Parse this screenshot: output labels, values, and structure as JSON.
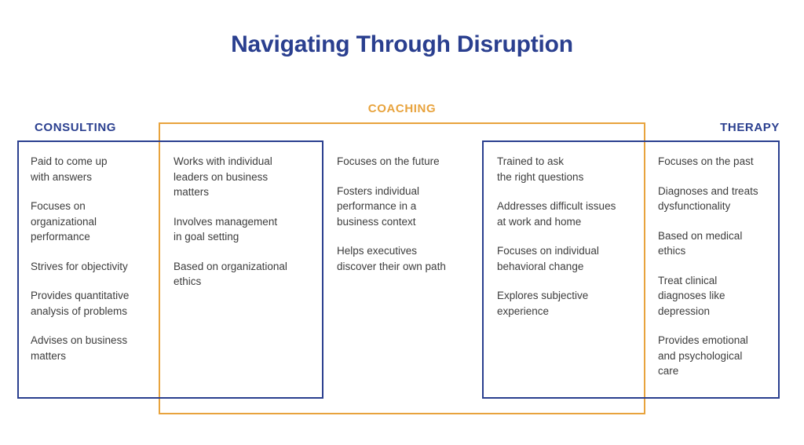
{
  "slide": {
    "title": "Navigating Through Disruption",
    "colors": {
      "navy": "#2a3f8f",
      "orange": "#e8a33d",
      "body_text": "#3c3c3c",
      "background": "#ffffff"
    }
  },
  "groups": [
    {
      "id": "consulting",
      "label": "CONSULTING",
      "color": "#2a3f8f"
    },
    {
      "id": "coaching",
      "label": "COACHING",
      "color": "#e8a33d"
    },
    {
      "id": "therapy",
      "label": "THERAPY",
      "color": "#2a3f8f"
    }
  ],
  "columns": [
    {
      "id": "consulting-only",
      "entries": [
        "Paid to come up\nwith answers",
        "Focuses on\norganizational\nperformance",
        "Strives for objectivity",
        "Provides quantitative\nanalysis of problems",
        "Advises on business\nmatters"
      ]
    },
    {
      "id": "consulting-coaching-overlap",
      "entries": [
        "Works with individual\nleaders on business\nmatters",
        "Involves management\nin goal setting",
        "Based on organizational\nethics"
      ]
    },
    {
      "id": "coaching-only",
      "entries": [
        "Focuses on the future",
        "Fosters individual\nperformance in a\nbusiness context",
        "Helps executives\ndiscover their own path"
      ]
    },
    {
      "id": "coaching-therapy-overlap",
      "entries": [
        "Trained to ask\nthe right questions",
        "Addresses difficult issues\nat work and home",
        "Focuses on individual\nbehavioral change",
        "Explores subjective\nexperience"
      ]
    },
    {
      "id": "therapy-only",
      "entries": [
        "Focuses on the past",
        "Diagnoses and treats\ndysfunctionality",
        "Based on medical\nethics",
        "Treat clinical\ndiagnoses like\ndepression",
        "Provides emotional\nand psychological\ncare"
      ]
    }
  ]
}
